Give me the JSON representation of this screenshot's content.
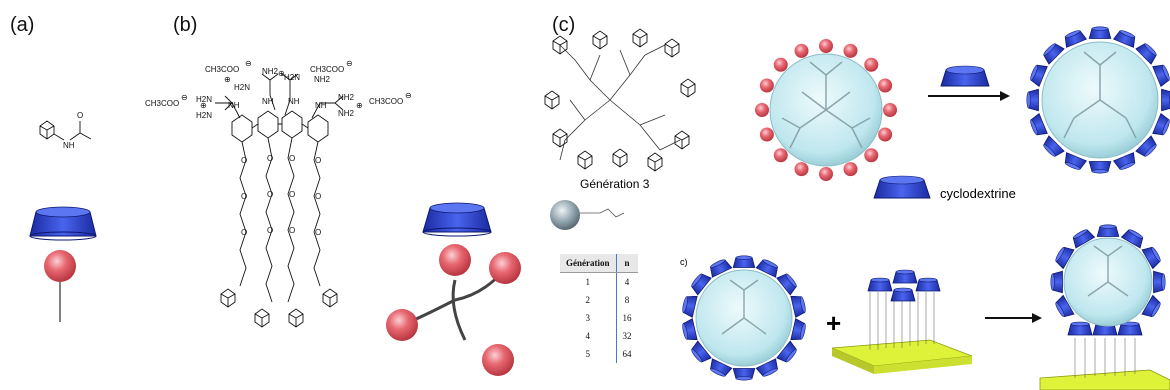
{
  "panel_labels": {
    "a": "(a)",
    "b": "(b)",
    "c": "(c)",
    "c_small": "c)"
  },
  "chem_labels": {
    "nh": "NH",
    "n_plus": "⊕",
    "acetate": "CH3COO",
    "minus": "⊖",
    "nh2": "NH2",
    "h2n": "H2N",
    "n": "N",
    "o": "O",
    "h": "H"
  },
  "generation_caption": "Génération 3",
  "cyclodextrine_label": "cyclodextrine",
  "plus_sign": "+",
  "table": {
    "headers": [
      "Génération",
      "n"
    ],
    "rows": [
      [
        "1",
        "4"
      ],
      [
        "2",
        "8"
      ],
      [
        "3",
        "16"
      ],
      [
        "4",
        "32"
      ],
      [
        "5",
        "64"
      ]
    ]
  },
  "colors": {
    "cyclodextrin_blue": "#2b3fc4",
    "guest_pink": "#e0606a",
    "dendrimer_core": "#c9ecf1",
    "surface_yellow": "#dff23a"
  }
}
